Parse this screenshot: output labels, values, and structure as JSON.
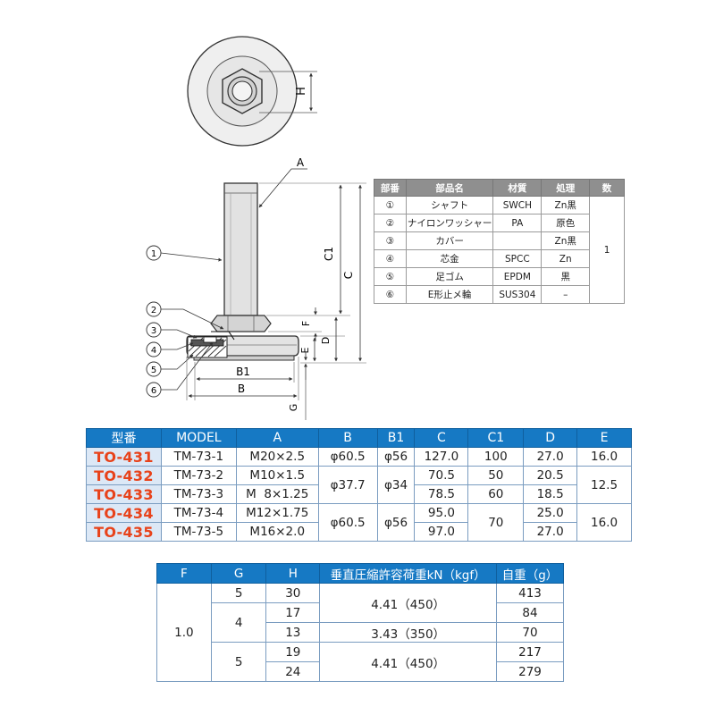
{
  "drawing": {
    "dim_labels": {
      "H": "H",
      "A": "A",
      "C": "C",
      "C1": "C1",
      "F": "F",
      "D": "D",
      "E": "E",
      "B1": "B1",
      "B": "B",
      "G": "G"
    },
    "callouts": [
      "1",
      "2",
      "3",
      "4",
      "5",
      "6"
    ]
  },
  "parts_table": {
    "headers": [
      "部番",
      "部品名",
      "材質",
      "処理",
      "数"
    ],
    "rows": [
      [
        "①",
        "シャフト",
        "SWCH",
        "Zn黒"
      ],
      [
        "②",
        "ナイロンワッシャー",
        "PA",
        "原色"
      ],
      [
        "③",
        "カバー",
        "",
        "Zn黒"
      ],
      [
        "④",
        "芯金",
        "SPCC",
        "Zn"
      ],
      [
        "⑤",
        "足ゴム",
        "EPDM",
        "黒"
      ],
      [
        "⑥",
        "E形止メ輪",
        "SUS304",
        "–"
      ]
    ],
    "quantity": "1"
  },
  "spec_table": {
    "headers": [
      "型番",
      "MODEL",
      "A",
      "B",
      "B1",
      "C",
      "C1",
      "D",
      "E"
    ],
    "codes": [
      "TO-431",
      "TO-432",
      "TO-433",
      "TO-434",
      "TO-435"
    ],
    "models": [
      "TM-73-1",
      "TM-73-2",
      "TM-73-3",
      "TM-73-4",
      "TM-73-5"
    ],
    "threads": [
      "M20×2.5",
      "M10×1.5",
      "M  8×1.25",
      "M12×1.75",
      "M16×2.0"
    ],
    "B": [
      "φ60.5",
      "φ37.7",
      "φ60.5"
    ],
    "B1": [
      "φ56",
      "φ34",
      "φ56"
    ],
    "C": [
      "127.0",
      "70.5",
      "78.5",
      "95.0",
      "97.0"
    ],
    "C1": [
      "100",
      "50",
      "60",
      "70"
    ],
    "D": [
      "27.0",
      "20.5",
      "18.5",
      "25.0",
      "27.0"
    ],
    "E": [
      "16.0",
      "12.5",
      "16.0"
    ]
  },
  "load_table": {
    "headers": [
      "F",
      "G",
      "H",
      "垂直圧縮許容荷重kN（kgf）",
      "自重（g）"
    ],
    "F": "1.0",
    "G": [
      "5",
      "4",
      "5"
    ],
    "H": [
      "30",
      "17",
      "13",
      "19",
      "24"
    ],
    "loads": [
      "4.41（450）",
      "3.43（350）",
      "4.41（450）"
    ],
    "weights": [
      "413",
      "84",
      "70",
      "217",
      "279"
    ]
  }
}
